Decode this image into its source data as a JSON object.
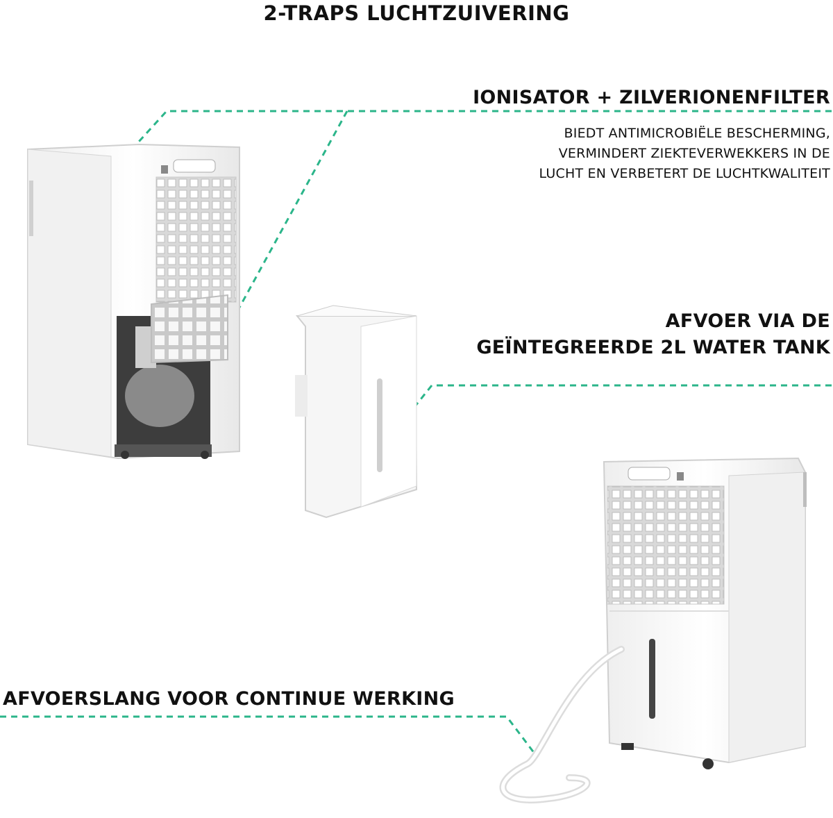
{
  "title": "2-TRAPS LUCHTZUIVERING",
  "callouts": {
    "ionisator": {
      "heading": "IONISATOR + ZILVERIONENFILTER",
      "description_lines": [
        "BIEDT ANTIMICROBIËLE BESCHERMING,",
        "VERMINDERT  ZIEKTEVERWEKKERS IN DE",
        "LUCHT EN VERBETERT DE LUCHTKWALITEIT"
      ]
    },
    "tank": {
      "heading_lines": [
        "AFVOER VIA DE",
        "GEÏNTEGREERDE 2L WATER TANK"
      ]
    },
    "hose": {
      "heading": "AFVOERSLANG VOOR CONTINUE WERKING"
    }
  },
  "colors": {
    "accent": "#2bb58a",
    "text": "#111111"
  }
}
